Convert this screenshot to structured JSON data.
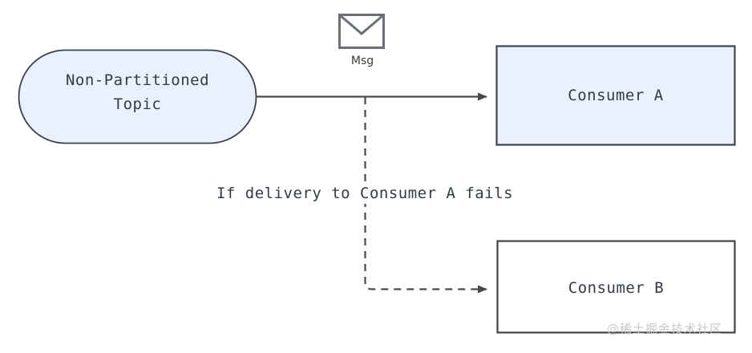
{
  "diagram": {
    "title_hidden": "",
    "background_color": "#ffffff",
    "node_fill_blue": "#eaf0fd",
    "node_fill_white": "#ffffff",
    "node_stroke": "#37404d",
    "edge_color": "#4a4a4a",
    "text_color": "#333b45",
    "nodes": [
      {
        "id": "topic",
        "shape": "stadium",
        "label_line1": "Non-Partitioned",
        "label_line2": "Topic",
        "fill": "#eaf0fd"
      },
      {
        "id": "consumer_a",
        "shape": "rectangle",
        "label": "Consumer A",
        "fill": "#eaf0fd"
      },
      {
        "id": "consumer_b",
        "shape": "rectangle",
        "label": "Consumer B",
        "fill": "#ffffff"
      }
    ],
    "icons": [
      {
        "id": "msg",
        "name": "envelope-icon",
        "label": "Msg",
        "stroke": "#6b7076"
      }
    ],
    "edges": [
      {
        "id": "topic-to-a",
        "style": "solid",
        "label": "",
        "arrow": true
      },
      {
        "id": "topic-to-b",
        "style": "dashed",
        "label": "If delivery to Consumer A fails",
        "arrow": true
      }
    ]
  },
  "watermark": {
    "text": "@稀土掘金技术社区"
  }
}
